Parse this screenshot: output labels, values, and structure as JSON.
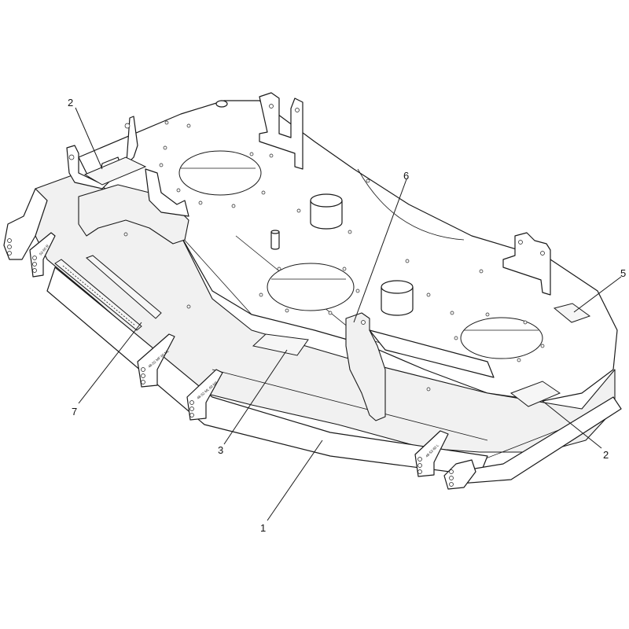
{
  "diagram": {
    "callouts": [
      {
        "id": "c2a",
        "label": "2"
      },
      {
        "id": "c6",
        "label": "6"
      },
      {
        "id": "c5",
        "label": "5"
      },
      {
        "id": "c7",
        "label": "7"
      },
      {
        "id": "c3",
        "label": "3"
      },
      {
        "id": "c2b",
        "label": "2"
      },
      {
        "id": "c1",
        "label": "1"
      }
    ],
    "bracket_stamps": [
      {
        "id": "s1",
        "text": "52-60 R"
      },
      {
        "id": "s2",
        "text": "48-52 MF 60 ML"
      },
      {
        "id": "s3",
        "text": "48-52 ML 60 MF"
      },
      {
        "id": "s4",
        "text": "48-52-60 L"
      }
    ]
  }
}
